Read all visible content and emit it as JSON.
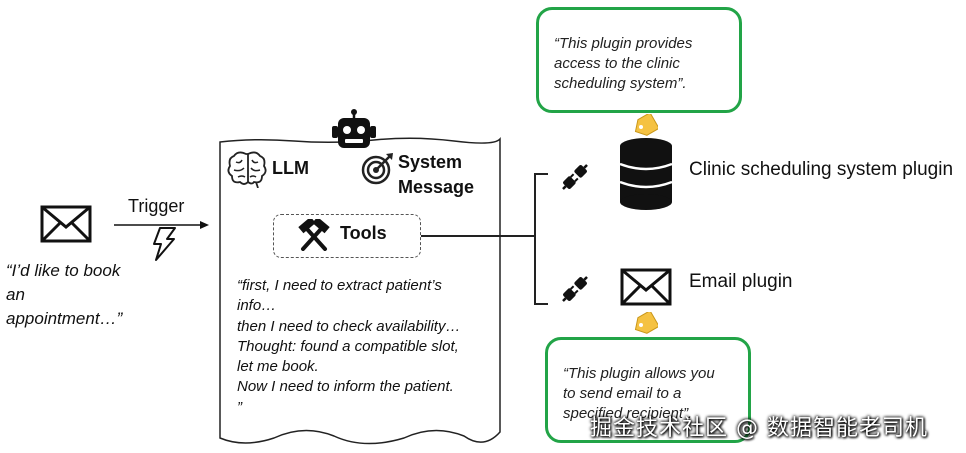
{
  "input": {
    "message_lines": [
      "“I’d like to book",
      "an",
      "appointment…”"
    ]
  },
  "trigger": {
    "label": "Trigger"
  },
  "agent": {
    "llm_label": "LLM",
    "system_message_lines": [
      "System",
      "Message"
    ],
    "tools_label": "Tools",
    "reasoning_lines": [
      "“first, I need to extract patient’s",
      "info…",
      "then I need to check availability…",
      "Thought: found a compatible slot,",
      "let me book.",
      "Now I need to inform the patient.",
      "”"
    ]
  },
  "plugins": {
    "clinic": {
      "label": "Clinic scheduling system plugin",
      "note_lines": [
        "“This plugin provides",
        "access to the clinic",
        "scheduling system”."
      ]
    },
    "email": {
      "label": "Email plugin",
      "note_lines": [
        "“This plugin allows you",
        "to send email to a",
        "specified recipient”."
      ]
    }
  },
  "watermark": "掘金技术社区 @ 数据智能老司机",
  "colors": {
    "note_border": "#22a447",
    "tag": "#f5c242",
    "icon": "#111111"
  }
}
